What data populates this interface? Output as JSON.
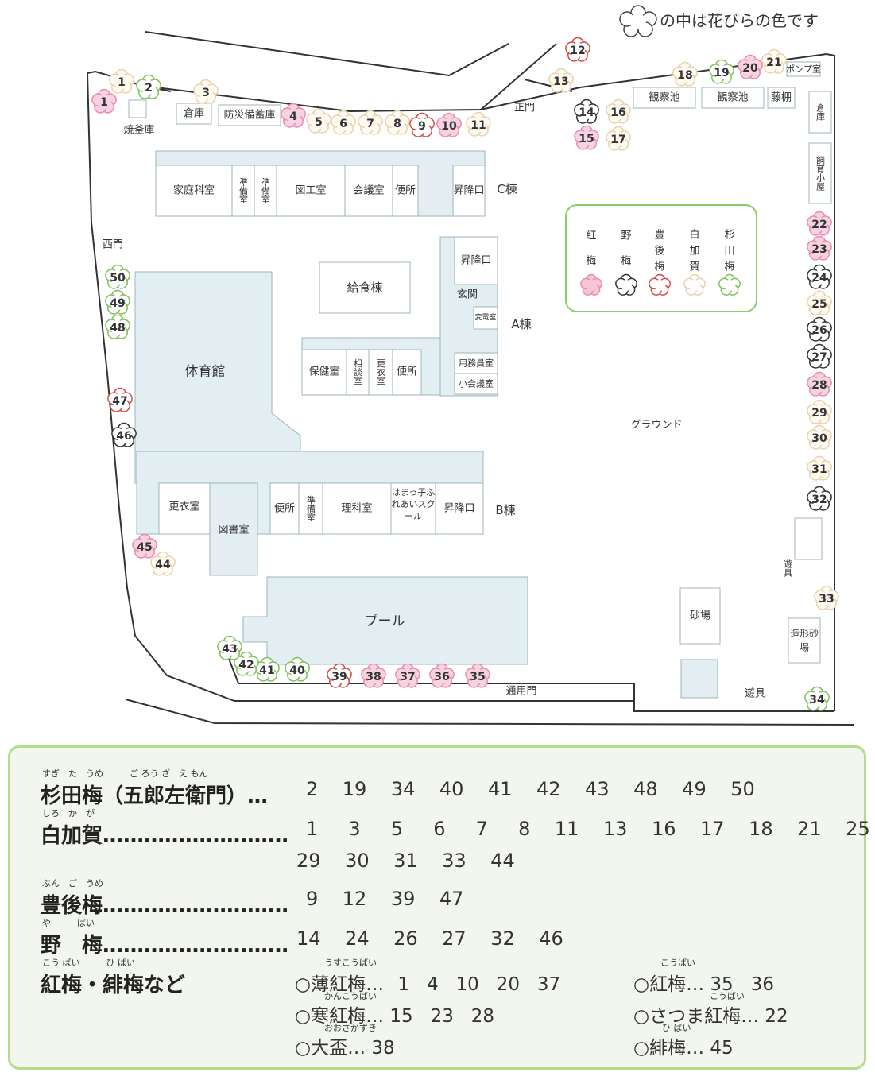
{
  "header": {
    "note": "の中は花びらの色です"
  },
  "map": {
    "rooms": {
      "souko_top": "倉庫",
      "bousai": "防災備蓄庫",
      "shokamako": "焼釜庫",
      "katei": "家庭科室",
      "junbi1": "準備室",
      "junbi2": "準備室",
      "zuko": "図工室",
      "kaigi": "会議室",
      "benjo_c": "便所",
      "shoukou_c": "昇降口",
      "c_tou": "C棟",
      "seimon": "正門",
      "kansatsu1": "観察池",
      "kansatsu2": "観察池",
      "fujidana": "藤棚",
      "pump": "ポンプ室",
      "souko_right": "倉庫",
      "shiiku": "飼育小屋",
      "nishimon": "西門",
      "kyushoku": "給食棟",
      "shoukou_a": "昇降口",
      "genkan": "玄関",
      "hendenshitsu": "変電室",
      "a_tou": "A棟",
      "hoken": "保健室",
      "soudan": "相談室",
      "koui_a": "更衣室",
      "benjo_a": "便所",
      "youmuin": "用務員室",
      "shokaigi": "小会議室",
      "taiikukan": "体育館",
      "ground": "グラウンド",
      "koui_b": "更衣室",
      "tosho": "図書室",
      "benjo_b": "便所",
      "junbi3": "準備室",
      "rika": "理科室",
      "hamakko": "はまっ子ふれあいスクール",
      "shoukou_b": "昇降口",
      "b_tou": "B棟",
      "pool": "プール",
      "sunaba": "砂場",
      "zoukei": "造形砂場",
      "yuugu1": "遊具",
      "yuugu2": "遊具",
      "tsuyomon": "通用門"
    },
    "legend": {
      "items": [
        {
          "name": "紅梅",
          "color": "#e98cb0"
        },
        {
          "name": "野梅",
          "color": "#333333"
        },
        {
          "name": "豊後梅",
          "color": "#d24a4a"
        },
        {
          "name": "白加賀",
          "color": "#e8d2b0"
        },
        {
          "name": "杉田梅",
          "color": "#7cc257"
        }
      ]
    },
    "trees": [
      {
        "n": "1",
        "k": "shirokaga"
      },
      {
        "n": "1",
        "k": "usu"
      },
      {
        "n": "2",
        "k": "sugita"
      },
      {
        "n": "3",
        "k": "shirokaga"
      },
      {
        "n": "4",
        "k": "koubai"
      },
      {
        "n": "5",
        "k": "shirokaga"
      },
      {
        "n": "6",
        "k": "shirokaga"
      },
      {
        "n": "7",
        "k": "shirokaga"
      },
      {
        "n": "8",
        "k": "shirokaga"
      },
      {
        "n": "9",
        "k": "bungo"
      },
      {
        "n": "10",
        "k": "koubai"
      },
      {
        "n": "11",
        "k": "shirokaga"
      },
      {
        "n": "12",
        "k": "bungo"
      },
      {
        "n": "13",
        "k": "shirokaga"
      },
      {
        "n": "14",
        "k": "yabai"
      },
      {
        "n": "15",
        "k": "koubai"
      },
      {
        "n": "16",
        "k": "shirokaga"
      },
      {
        "n": "17",
        "k": "shirokaga"
      },
      {
        "n": "18",
        "k": "shirokaga"
      },
      {
        "n": "19",
        "k": "sugita"
      },
      {
        "n": "20",
        "k": "koubai"
      },
      {
        "n": "21",
        "k": "shirokaga"
      },
      {
        "n": "22",
        "k": "koubai"
      },
      {
        "n": "23",
        "k": "koubai"
      },
      {
        "n": "24",
        "k": "yabai"
      },
      {
        "n": "25",
        "k": "shirokaga"
      },
      {
        "n": "26",
        "k": "yabai"
      },
      {
        "n": "27",
        "k": "yabai"
      },
      {
        "n": "28",
        "k": "koubai"
      },
      {
        "n": "29",
        "k": "shirokaga"
      },
      {
        "n": "30",
        "k": "shirokaga"
      },
      {
        "n": "31",
        "k": "shirokaga"
      },
      {
        "n": "32",
        "k": "yabai"
      },
      {
        "n": "33",
        "k": "shirokaga"
      },
      {
        "n": "34",
        "k": "sugita"
      },
      {
        "n": "35",
        "k": "koubai"
      },
      {
        "n": "36",
        "k": "koubai"
      },
      {
        "n": "37",
        "k": "koubai"
      },
      {
        "n": "38",
        "k": "koubai"
      },
      {
        "n": "39",
        "k": "bungo"
      },
      {
        "n": "40",
        "k": "sugita"
      },
      {
        "n": "41",
        "k": "sugita"
      },
      {
        "n": "42",
        "k": "sugita"
      },
      {
        "n": "43",
        "k": "sugita"
      },
      {
        "n": "44",
        "k": "shirokaga"
      },
      {
        "n": "45",
        "k": "koubai"
      },
      {
        "n": "46",
        "k": "yabai"
      },
      {
        "n": "47",
        "k": "bungo"
      },
      {
        "n": "48",
        "k": "sugita"
      },
      {
        "n": "49",
        "k": "sugita"
      },
      {
        "n": "50",
        "k": "sugita"
      }
    ]
  },
  "list": {
    "sugita": {
      "name": "杉田梅（五郎左衛門）…",
      "ruby": [
        "すぎ",
        "た",
        "うめ",
        "ご",
        "ろう",
        "ざ",
        "え",
        "もん"
      ],
      "nums": "2    19    34    40    41    42    43    48    49    50"
    },
    "shirokaga": {
      "name": "白加賀………………………",
      "ruby": [
        "しろ",
        "か",
        "が"
      ],
      "nums1": "1     3     5     6     7     8    11    13    16    17    18    21    25",
      "nums2": "29    30    31    33    44"
    },
    "bungo": {
      "name": "豊後梅………………………",
      "ruby": [
        "ぶん",
        "ご",
        "うめ"
      ],
      "nums": "9    12    39    47"
    },
    "yabai": {
      "name": "野　梅………………………",
      "ruby": [
        "や",
        "ばい"
      ],
      "nums": "14    24    26    27    32    46"
    },
    "koubai": {
      "name": "紅梅・緋梅など",
      "ruby": [
        "こう",
        "ばい",
        "ひ",
        "ばい"
      ],
      "usu": {
        "label": "○薄紅梅…",
        "ruby": "うすこうばい",
        "nums": "1   4   10   20   37"
      },
      "kan": {
        "label": "○寒紅梅…",
        "ruby": "かんこうばい",
        "nums": "15   23   28"
      },
      "ousakazuki": {
        "label": "○大盃…",
        "ruby": "おおさかずき",
        "nums": "38"
      },
      "kou": {
        "label": "○紅梅…",
        "ruby": "こうばい",
        "nums": "35   36"
      },
      "satsuma": {
        "label": "○さつま紅梅…",
        "ruby": "こうばい",
        "nums": "22"
      },
      "hi": {
        "label": "○緋梅…",
        "ruby": "ひ ばい",
        "nums": "45"
      }
    }
  }
}
